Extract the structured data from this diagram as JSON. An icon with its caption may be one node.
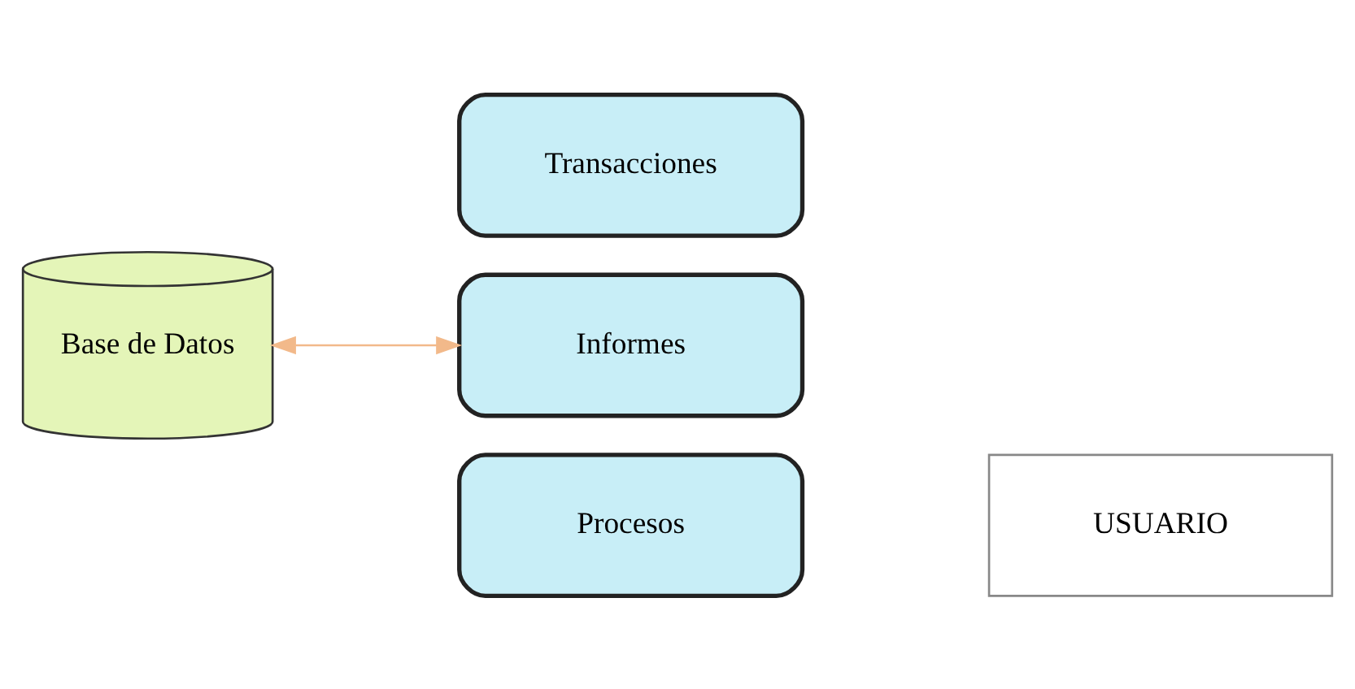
{
  "diagram": {
    "nodes": [
      {
        "text": [
          "Base de Datos"
        ]
      },
      {
        "text": [
          "Transacciones"
        ]
      },
      {
        "text": [
          "Informes"
        ]
      },
      {
        "text": [
          "Procesos"
        ]
      },
      {
        "text": [
          "USUARIO"
        ]
      }
    ],
    "edges": [
      {
        "from": 0,
        "to": 2,
        "arrow": "both",
        "color": "#f2b98a"
      }
    ]
  }
}
